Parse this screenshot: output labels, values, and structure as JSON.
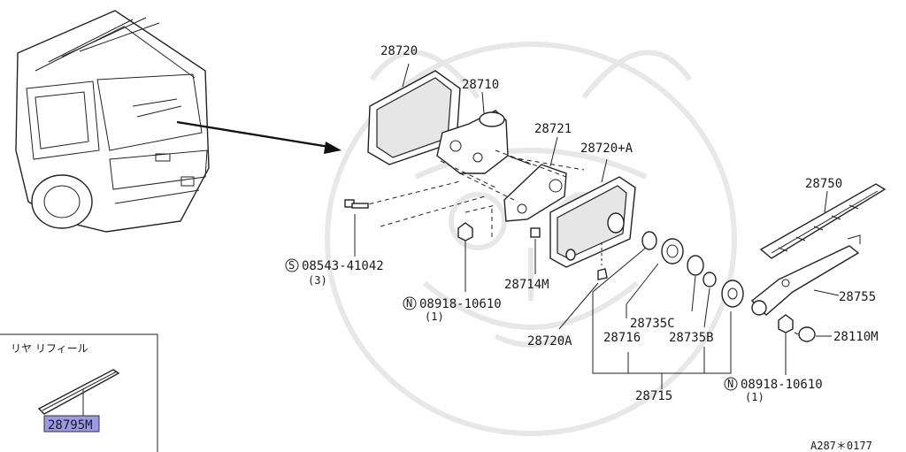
{
  "diagram": {
    "parts": {
      "p28720": "28720",
      "p28710": "28710",
      "p28721": "28721",
      "p28720A_plus": "28720+A",
      "p28750": "28750",
      "p28755": "28755",
      "p28110M": "28110M",
      "p28714M": "28714M",
      "p28720A": "28720A",
      "p28716": "28716",
      "p28735C": "28735C",
      "p28735B": "28735B",
      "p28715": "28715"
    },
    "fasteners": {
      "bolt_code": "08543-41042",
      "bolt_prefix": "S",
      "bolt_qty": "(3)",
      "nut1_code": "08918-10610",
      "nut1_prefix": "N",
      "nut1_qty": "(1)",
      "nut2_code": "08918-10610",
      "nut2_prefix": "N",
      "nut2_qty": "(1)"
    },
    "inset": {
      "title": "リヤ リフィール",
      "part_number": "28795M"
    },
    "footer_code": "A287＊0177",
    "highlight_color": "#9a9ae6"
  }
}
